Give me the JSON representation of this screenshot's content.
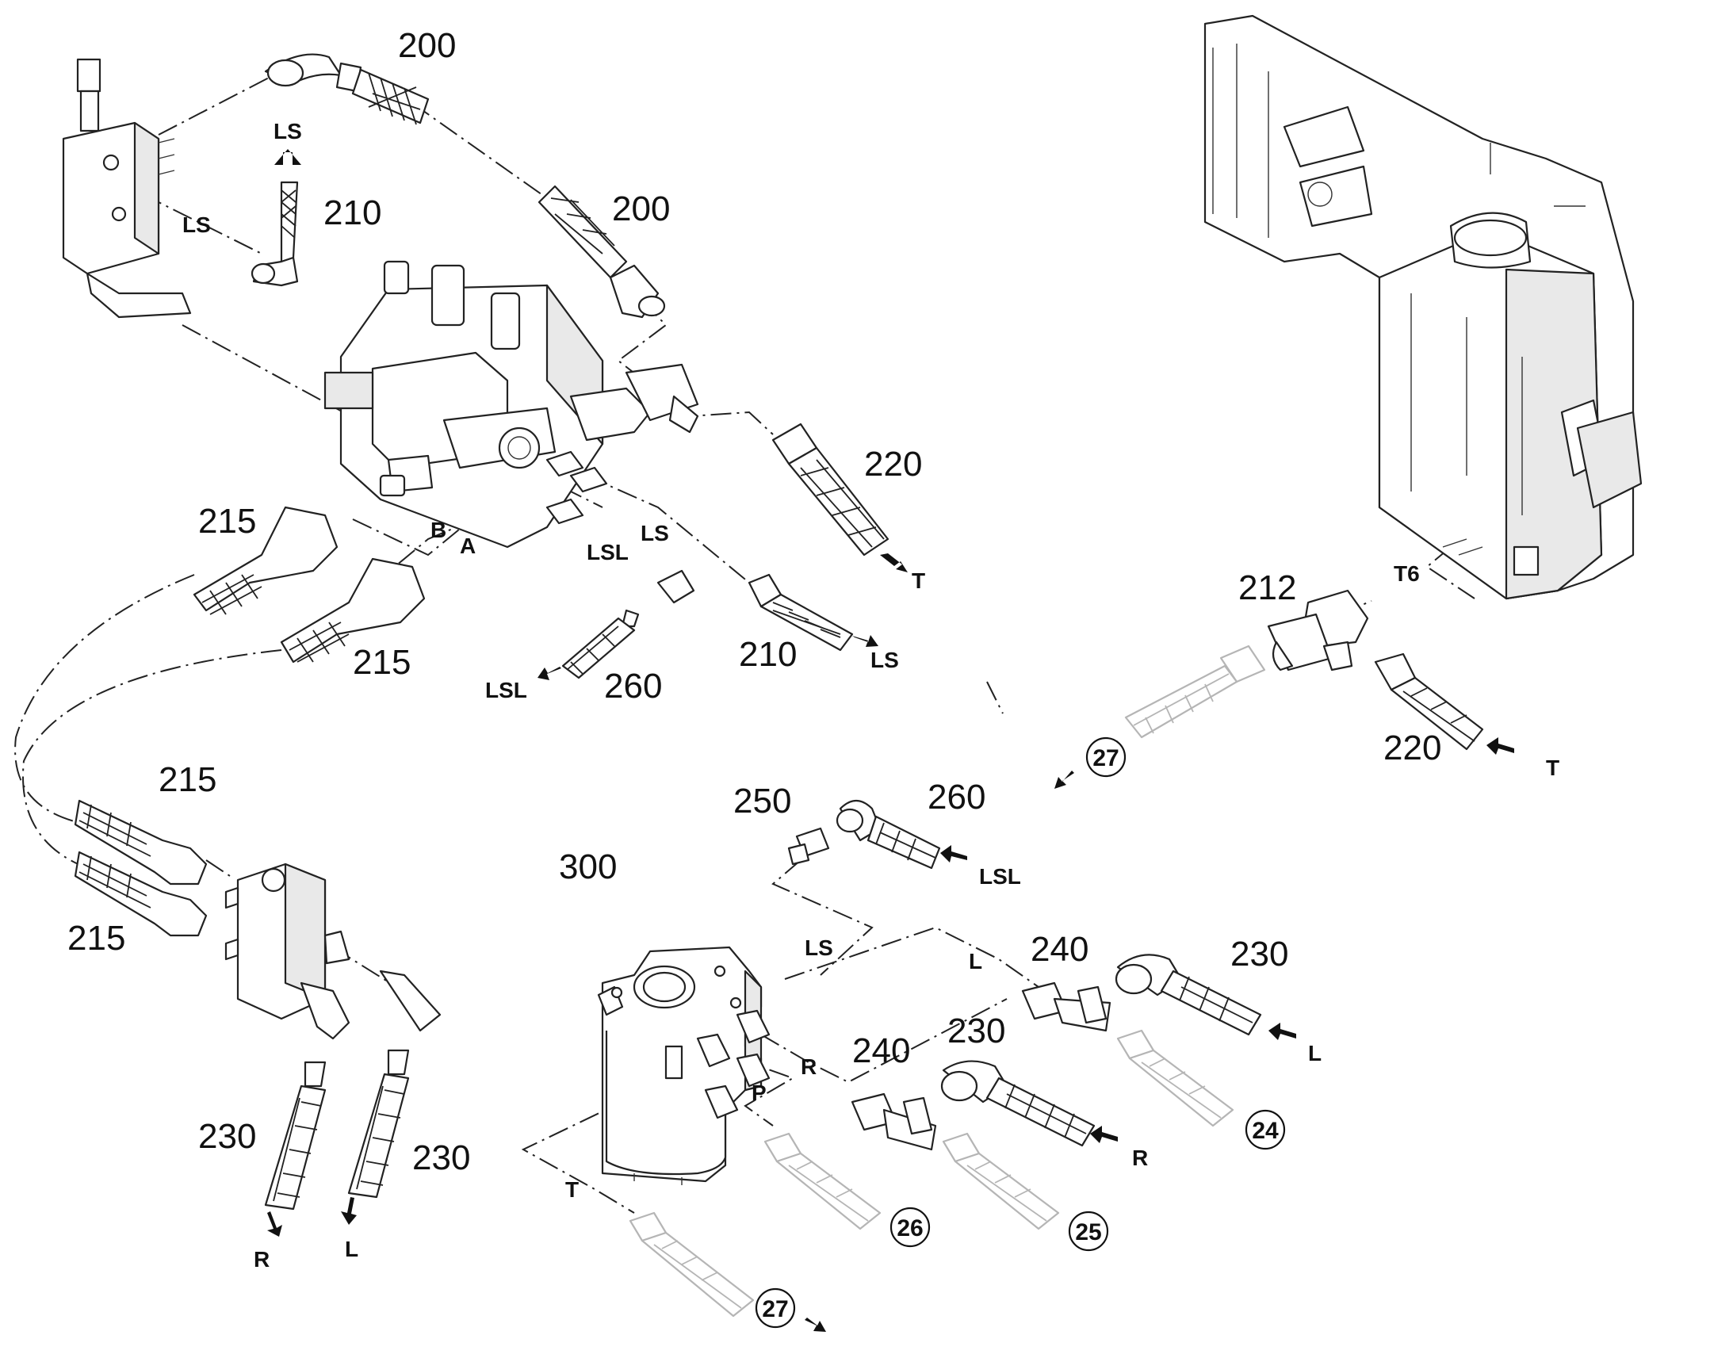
{
  "diagram": {
    "part_numbers": {
      "p200_a": "200",
      "p200_b": "200",
      "p210_a": "210",
      "p210_b": "210",
      "p215_a": "215",
      "p215_b": "215",
      "p215_c": "215",
      "p215_d": "215",
      "p220_a": "220",
      "p220_b": "220",
      "p212": "212",
      "p260_a": "260",
      "p260_b": "260",
      "p250": "250",
      "p300": "300",
      "p240_a": "240",
      "p240_b": "240",
      "p230_a": "230",
      "p230_b": "230",
      "p230_c": "230",
      "p230_d": "230"
    },
    "port_labels": {
      "ls_top": "LS",
      "ls_left": "LS",
      "ls_mid": "LS",
      "ls_right": "LS",
      "ls_steer": "LS",
      "b": "B",
      "a": "A",
      "lsl_mid": "LSL",
      "lsl_left": "LSL",
      "lsl_steer": "LSL",
      "t_220": "T",
      "t6": "T6",
      "t_tank": "T",
      "t_steer": "T",
      "l_steer": "L",
      "l_right": "L",
      "l_bottom": "L",
      "r_steer": "R",
      "r_right": "R",
      "r_bottom": "R",
      "p_steer": "P"
    },
    "reference_circles": {
      "ref27_top": "27",
      "ref27_bottom": "27",
      "ref24": "24",
      "ref25": "25",
      "ref26": "26"
    }
  }
}
